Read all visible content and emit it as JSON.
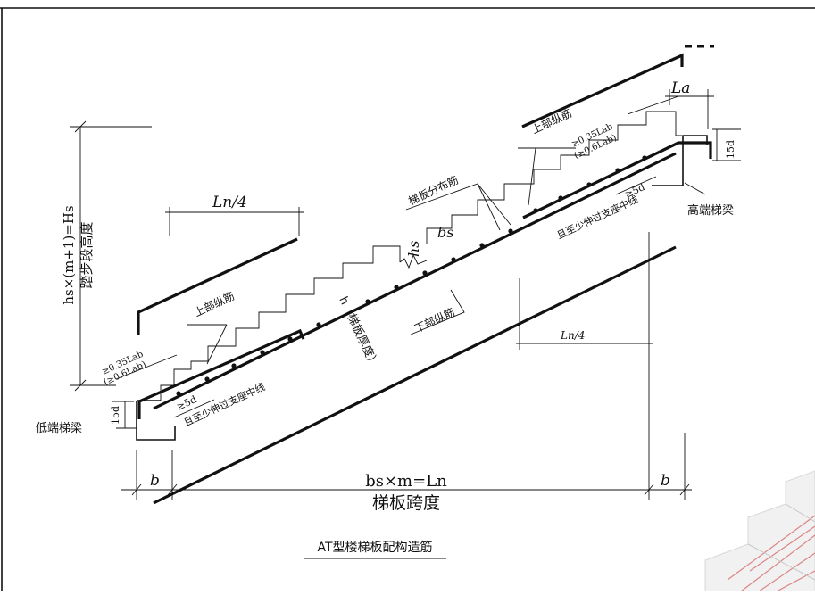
{
  "labels": {
    "low_beam": "低端梯梁",
    "high_beam": "高端梯梁",
    "upper_rebar_left": "上部纵筋",
    "upper_rebar_right": "上部纵筋",
    "lower_rebar": "下部纵筋",
    "distribution_rebar": "梯板分布筋",
    "slab_thickness": "h（梯板厚度）",
    "anchor_left_1": "≥0.35Lab",
    "anchor_left_2": "(≥0.6Lab)",
    "anchor_right_1": "≥0.35Lab",
    "anchor_right_2": "(≥0.6Lab)",
    "five_d_left": "≥5d",
    "five_d_left_note": "且至少伸过支座中线",
    "five_d_right": "≥5d",
    "five_d_right_note": "且至少伸过支座中线",
    "fifteen_d_left": "15d",
    "fifteen_d_right": "15d",
    "la": "La",
    "ln4_left": "Ln/4",
    "ln4_right": "Ln/4",
    "hs": "hs",
    "bs": "bs",
    "b_left": "b",
    "b_right": "b",
    "span_formula": "bs×m=Ln",
    "span_label": "梯板跨度",
    "height_formula": "hs×(m+1)=Hs",
    "height_label": "踏步段高度",
    "caption": "AT型楼梯板配构造筋"
  }
}
